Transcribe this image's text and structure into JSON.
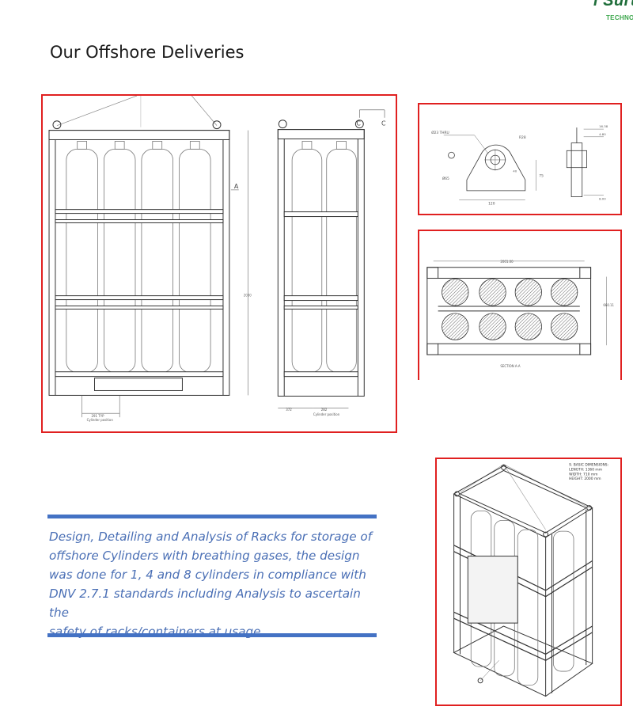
{
  "logo": {
    "main": "i Surt",
    "sub": "TECHNOL"
  },
  "page": {
    "title": "Our Offshore Deliveries"
  },
  "description": {
    "lines": [
      "Design, Detailing and Analysis of Racks for storage of",
      "offshore Cylinders with breathing gases, the design",
      "was done for 1, 4 and 8 cylinders in compliance with",
      "DNV 2.7.1 standards including Analysis to ascertain the",
      "safety of racks/containers at usage"
    ]
  },
  "drawing1": {
    "label_a": "A",
    "label_c1": "C",
    "label_c2": "C",
    "dim_height": "2030",
    "dim_front": "291 TYP",
    "dim_front_sub": "Cylinder position",
    "dim_side1": "372",
    "dim_side2": "282",
    "dim_side_sub": "Cylinder position"
  },
  "drawing2": {
    "thru": "Ø23 THRU",
    "r": "R28",
    "r2": "Ø65",
    "w": "120",
    "h": "75",
    "a": "16.38",
    "b": "4.80",
    "c": "8.00",
    "d": "40"
  },
  "drawing3": {
    "width": "2001.00",
    "depth": "660.11",
    "section": "SECTION A-A"
  },
  "drawing4": {
    "dims": [
      "9. BASIC DIMENSIONS:",
      "LENGTH: 1360 mm",
      "WIDTH: 710 mm",
      "HEIGHT: 2000 mm"
    ]
  }
}
